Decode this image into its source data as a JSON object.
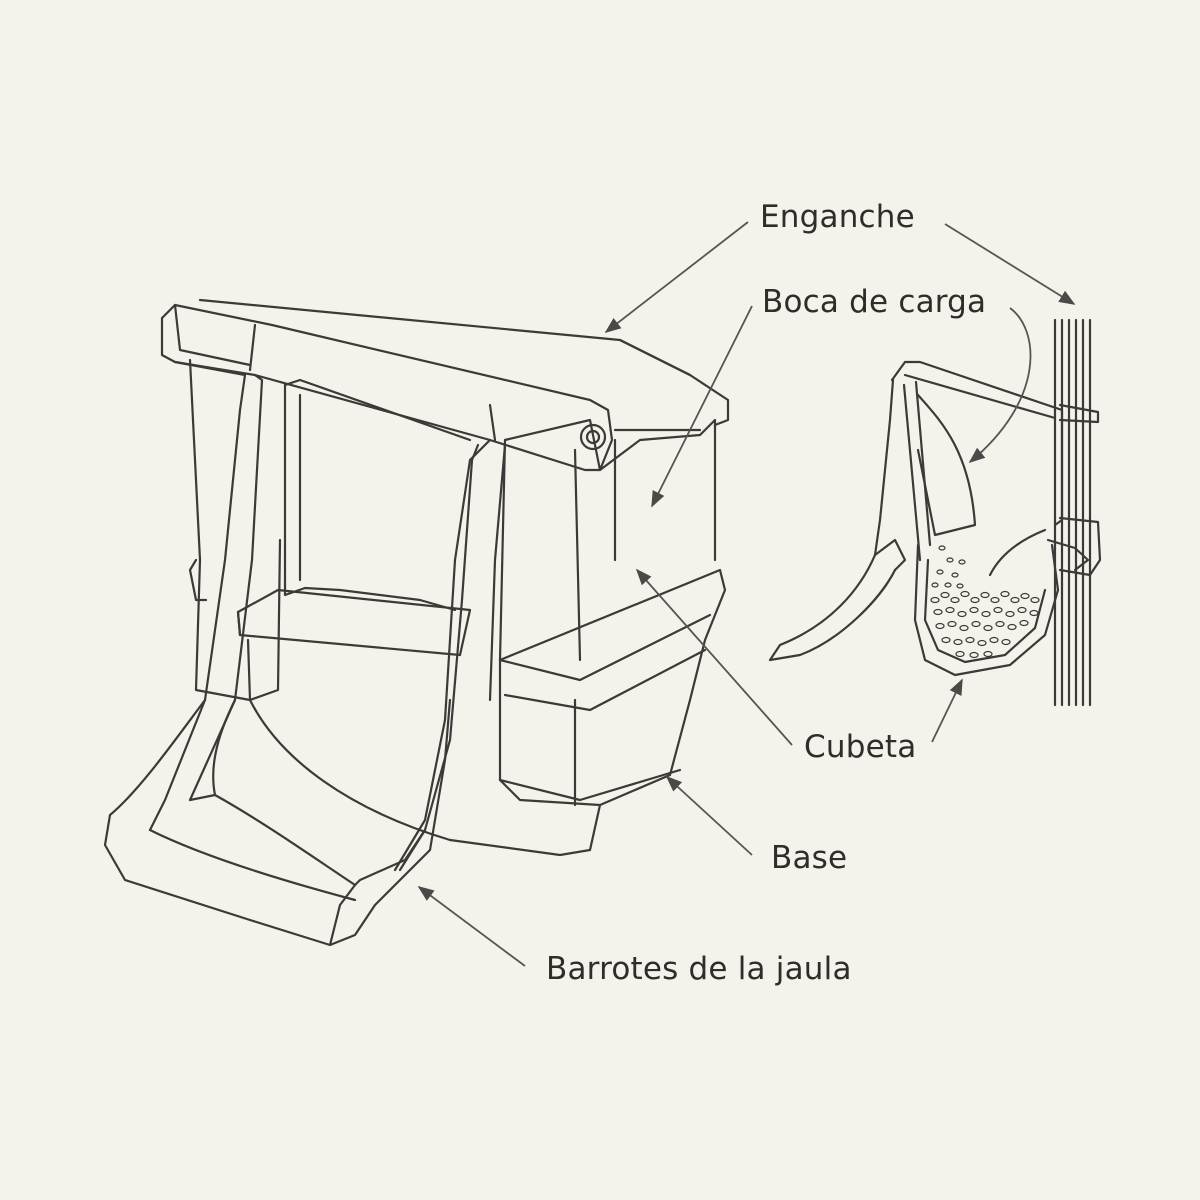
{
  "labels": {
    "enganche": "Enganche",
    "boca_de_carga": "Boca de carga",
    "cubeta": "Cubeta",
    "base": "Base",
    "barrotes": "Barrotes de la jaula"
  },
  "colors": {
    "background": "#f5f2eb",
    "line": "#3a3a38",
    "text": "#2d2d2b",
    "leader": "#555553"
  }
}
